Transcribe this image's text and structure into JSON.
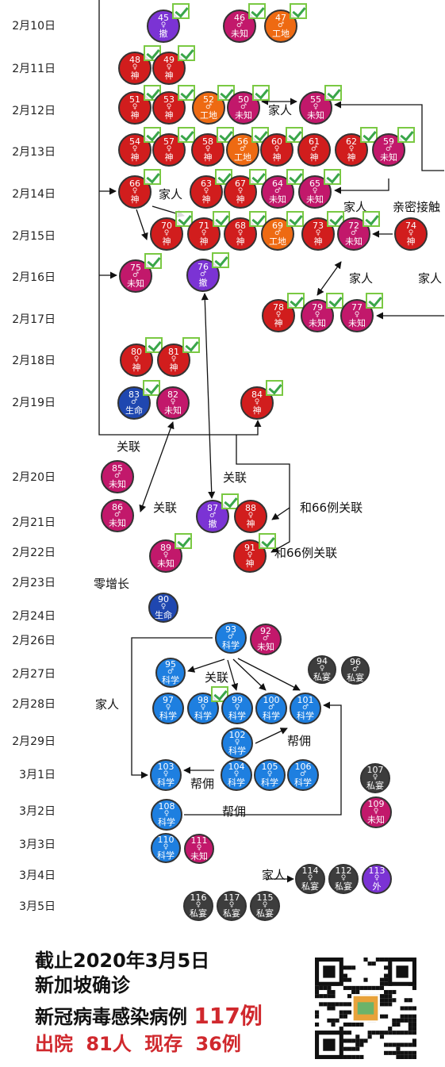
{
  "colors": {
    "神": "#d11d1d",
    "未知": "#c2186b",
    "工地": "#ee6a12",
    "撤": "#7b33d4",
    "生命": "#1f47b0",
    "科学": "#1e7fe0",
    "私宴": "#3d3d3d",
    "外": "#7b33d4"
  },
  "dates": [
    "2月10日",
    "2月11日",
    "2月12日",
    "2月13日",
    "2月14日",
    "2月15日",
    "2月16日",
    "2月17日",
    "2月18日",
    "2月19日",
    "2月20日",
    "2月21日",
    "2月22日",
    "2月23日",
    "2月24日",
    "2月26日",
    "2月27日",
    "2月28日",
    "2月29日",
    "3月1日",
    "3月2日",
    "3月3日",
    "3月4日",
    "3月5日"
  ],
  "cases": [
    {
      "id": "45",
      "sex": "♀",
      "kind": "撤",
      "checked": true
    },
    {
      "id": "46",
      "sex": "♂",
      "kind": "未知",
      "checked": true
    },
    {
      "id": "47",
      "sex": "♂",
      "kind": "工地",
      "checked": true
    },
    {
      "id": "48",
      "sex": "♀",
      "kind": "神",
      "checked": true
    },
    {
      "id": "49",
      "sex": "♀",
      "kind": "神",
      "checked": true
    },
    {
      "id": "51",
      "sex": "♀",
      "kind": "神",
      "checked": true
    },
    {
      "id": "53",
      "sex": "♀",
      "kind": "神",
      "checked": true
    },
    {
      "id": "52",
      "sex": "♂",
      "kind": "工地",
      "checked": true
    },
    {
      "id": "50",
      "sex": "♂",
      "kind": "未知",
      "checked": true
    },
    {
      "id": "55",
      "sex": "♀",
      "kind": "未知",
      "checked": true
    },
    {
      "id": "54",
      "sex": "♀",
      "kind": "神",
      "checked": true
    },
    {
      "id": "57",
      "sex": "♀",
      "kind": "神",
      "checked": true
    },
    {
      "id": "58",
      "sex": "♀",
      "kind": "神",
      "checked": true
    },
    {
      "id": "56",
      "sex": "♂",
      "kind": "工地",
      "checked": true
    },
    {
      "id": "60",
      "sex": "♀",
      "kind": "神",
      "checked": true
    },
    {
      "id": "61",
      "sex": "♂",
      "kind": "神",
      "checked": false
    },
    {
      "id": "62",
      "sex": "♀",
      "kind": "神",
      "checked": true
    },
    {
      "id": "59",
      "sex": "♂",
      "kind": "未知",
      "checked": true
    },
    {
      "id": "66",
      "sex": "♀",
      "kind": "神",
      "checked": true
    },
    {
      "id": "63",
      "sex": "♀",
      "kind": "神",
      "checked": true
    },
    {
      "id": "67",
      "sex": "♀",
      "kind": "神",
      "checked": true
    },
    {
      "id": "64",
      "sex": "♂",
      "kind": "未知",
      "checked": true
    },
    {
      "id": "65",
      "sex": "♀",
      "kind": "未知",
      "checked": true
    },
    {
      "id": "70",
      "sex": "♀",
      "kind": "神",
      "checked": true
    },
    {
      "id": "71",
      "sex": "♀",
      "kind": "神",
      "checked": true
    },
    {
      "id": "68",
      "sex": "♀",
      "kind": "神",
      "checked": true
    },
    {
      "id": "69",
      "sex": "♂",
      "kind": "工地",
      "checked": true
    },
    {
      "id": "73",
      "sex": "♀",
      "kind": "神",
      "checked": true
    },
    {
      "id": "72",
      "sex": "♂",
      "kind": "未知",
      "checked": true
    },
    {
      "id": "74",
      "sex": "♀",
      "kind": "神",
      "checked": false
    },
    {
      "id": "75",
      "sex": "♂",
      "kind": "未知",
      "checked": true
    },
    {
      "id": "76",
      "sex": "♂",
      "kind": "撤",
      "checked": true
    },
    {
      "id": "78",
      "sex": "♀",
      "kind": "神",
      "checked": true
    },
    {
      "id": "79",
      "sex": "♀",
      "kind": "未知",
      "checked": true
    },
    {
      "id": "77",
      "sex": "♀",
      "kind": "未知",
      "checked": true
    },
    {
      "id": "80",
      "sex": "♀",
      "kind": "神",
      "checked": true
    },
    {
      "id": "81",
      "sex": "♀",
      "kind": "神",
      "checked": true
    },
    {
      "id": "83",
      "sex": "♂",
      "kind": "生命",
      "checked": true
    },
    {
      "id": "82",
      "sex": "♀",
      "kind": "未知",
      "checked": false
    },
    {
      "id": "84",
      "sex": "♀",
      "kind": "神",
      "checked": true
    },
    {
      "id": "85",
      "sex": "♂",
      "kind": "未知",
      "checked": false
    },
    {
      "id": "86",
      "sex": "♂",
      "kind": "未知",
      "checked": false
    },
    {
      "id": "87",
      "sex": "♂",
      "kind": "撤",
      "checked": true
    },
    {
      "id": "88",
      "sex": "♀",
      "kind": "神",
      "checked": false
    },
    {
      "id": "89",
      "sex": "♀",
      "kind": "未知",
      "checked": true
    },
    {
      "id": "91",
      "sex": "♀",
      "kind": "神",
      "checked": true
    },
    {
      "id": "90",
      "sex": "♀",
      "kind": "生命",
      "checked": false
    },
    {
      "id": "93",
      "sex": "♂",
      "kind": "科学",
      "checked": false
    },
    {
      "id": "92",
      "sex": "♂",
      "kind": "未知",
      "checked": false
    },
    {
      "id": "95",
      "sex": "♂",
      "kind": "科学",
      "checked": false
    },
    {
      "id": "94",
      "sex": "♀",
      "kind": "私宴",
      "checked": false
    },
    {
      "id": "96",
      "sex": "♂",
      "kind": "私宴",
      "checked": false
    },
    {
      "id": "97",
      "sex": "♀",
      "kind": "科学",
      "checked": false
    },
    {
      "id": "98",
      "sex": "♀",
      "kind": "科学",
      "checked": true
    },
    {
      "id": "99",
      "sex": "♀",
      "kind": "科学",
      "checked": false
    },
    {
      "id": "100",
      "sex": "♂",
      "kind": "科学",
      "checked": false
    },
    {
      "id": "101",
      "sex": "♂",
      "kind": "科学",
      "checked": false
    },
    {
      "id": "102",
      "sex": "♀",
      "kind": "科学",
      "checked": false
    },
    {
      "id": "103",
      "sex": "♀",
      "kind": "科学",
      "checked": false
    },
    {
      "id": "104",
      "sex": "♀",
      "kind": "科学",
      "checked": false
    },
    {
      "id": "105",
      "sex": "♀",
      "kind": "科学",
      "checked": false
    },
    {
      "id": "106",
      "sex": "♂",
      "kind": "科学",
      "checked": false
    },
    {
      "id": "107",
      "sex": "♀",
      "kind": "私宴",
      "checked": false
    },
    {
      "id": "108",
      "sex": "♀",
      "kind": "科学",
      "checked": false
    },
    {
      "id": "109",
      "sex": "♀",
      "kind": "未知",
      "checked": false
    },
    {
      "id": "110",
      "sex": "♀",
      "kind": "科学",
      "checked": false
    },
    {
      "id": "111",
      "sex": "♀",
      "kind": "未知",
      "checked": false
    },
    {
      "id": "114",
      "sex": "♀",
      "kind": "私宴",
      "checked": false
    },
    {
      "id": "112",
      "sex": "♀",
      "kind": "私宴",
      "checked": false
    },
    {
      "id": "113",
      "sex": "♀",
      "kind": "外",
      "checked": false
    },
    {
      "id": "116",
      "sex": "♀",
      "kind": "私宴",
      "checked": false
    },
    {
      "id": "117",
      "sex": "♀",
      "kind": "私宴",
      "checked": false
    },
    {
      "id": "115",
      "sex": "♀",
      "kind": "私宴",
      "checked": false
    }
  ],
  "labels": [
    "家人",
    "家人",
    "家人",
    "亲密接触",
    "家人",
    "家人",
    "关联",
    "关联",
    "关联",
    "和66例关联",
    "和66例关联",
    "零增长",
    "家人",
    "关联",
    "帮佣",
    "帮佣",
    "帮佣",
    "家人"
  ],
  "footer": {
    "line1": "截止2020年3月5日",
    "line2": "新加坡确诊",
    "line3_prefix": "新冠病毒感染病例",
    "line3_count": "117例",
    "line4_a": "出院",
    "line4_b": "81人",
    "line4_c": "现存",
    "line4_d": "36例"
  }
}
